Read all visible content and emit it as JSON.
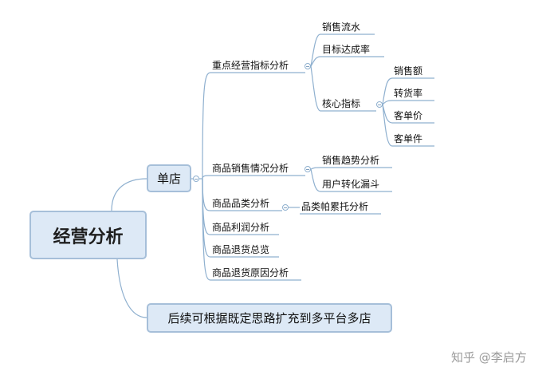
{
  "root": "经营分析",
  "shop": "单店",
  "future_note": "后续可根据既定思路扩充到多平台多店",
  "branches": {
    "key_indicators": "重点经营指标分析",
    "product_sales": "商品销售情况分析",
    "product_category": "商品品类分析",
    "product_profit": "商品利润分析",
    "product_returns": "商品退货总览",
    "return_reasons": "商品退货原因分析"
  },
  "leaves": {
    "sales_flow": "销售流水",
    "target_rate": "目标达成率",
    "core_indicators": "核心指标",
    "sales_amount": "销售额",
    "conversion_rate": "转货率",
    "avg_order_value": "客单价",
    "items_per_order": "客单件",
    "sales_trend": "销售趋势分析",
    "user_funnel": "用户转化漏斗",
    "pareto": "品类帕累托分析"
  },
  "watermark": "知乎 @李启方",
  "colors": {
    "line": "#8fb0cf",
    "box_fill": "#dde9f6",
    "box_border": "#a6bfd9"
  }
}
